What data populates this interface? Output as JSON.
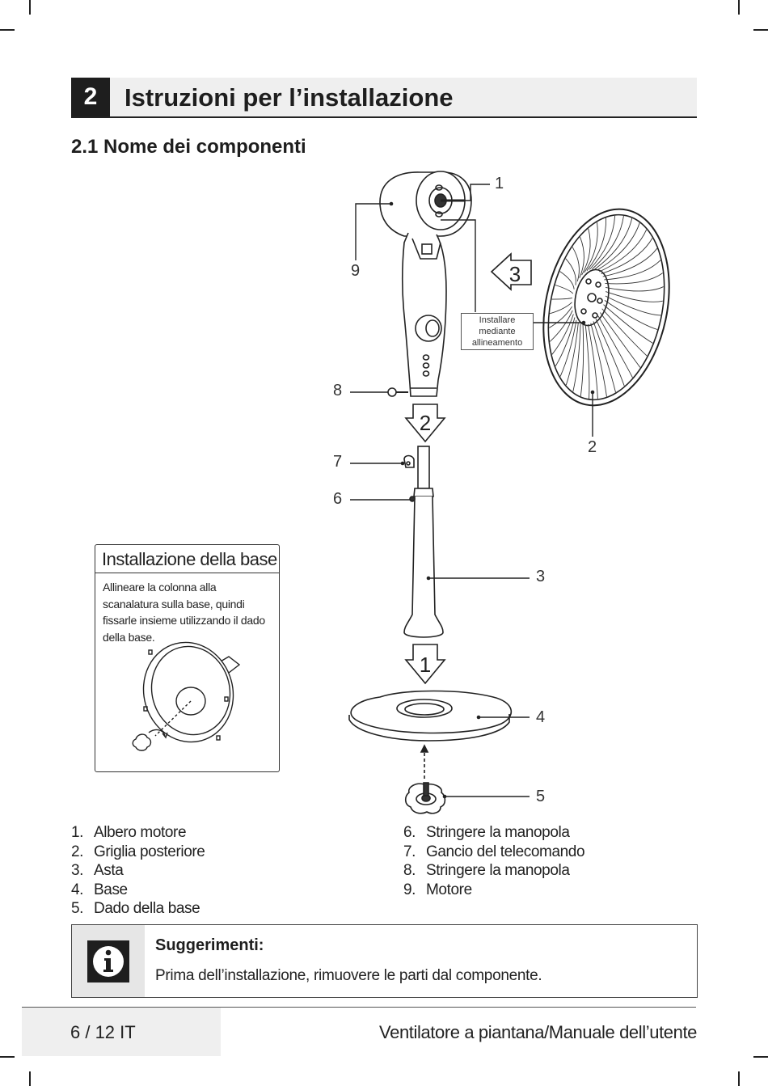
{
  "header": {
    "number": "2",
    "title": "Istruzioni per l’installazione"
  },
  "subsection": {
    "title": "2.1 Nome dei componenti"
  },
  "callouts": {
    "c1": "1",
    "c2": "2",
    "c3": "3",
    "c4": "4",
    "c5": "5",
    "c6": "6",
    "c7": "7",
    "c8": "8",
    "c9": "9"
  },
  "steps": {
    "s1": "1",
    "s2": "2",
    "s3": "3"
  },
  "note": {
    "line1": "Installare",
    "line2": "mediante",
    "line3": "allineamento"
  },
  "base_box": {
    "title": "Installazione della base",
    "text": "Allineare la colonna alla scanalatura sulla base, quindi fissarle insieme utilizzando il dado della base."
  },
  "parts_left": [
    {
      "num": "1.",
      "label": "Albero motore"
    },
    {
      "num": "2.",
      "label": "Griglia posteriore"
    },
    {
      "num": "3.",
      "label": "Asta"
    },
    {
      "num": "4.",
      "label": "Base"
    },
    {
      "num": "5.",
      "label": "Dado della base"
    }
  ],
  "parts_right": [
    {
      "num": "6.",
      "label": "Stringere la manopola"
    },
    {
      "num": "7.",
      "label": "Gancio del telecomando"
    },
    {
      "num": "8.",
      "label": "Stringere la manopola"
    },
    {
      "num": "9.",
      "label": "Motore"
    }
  ],
  "tip": {
    "icon": "info-icon",
    "title": "Suggerimenti:",
    "text": "Prima dell’installazione, rimuovere le parti dal componente."
  },
  "footer": {
    "page": "6 / 12 IT",
    "doc_title": "Ventilatore a piantana/Manuale dell’utente"
  }
}
